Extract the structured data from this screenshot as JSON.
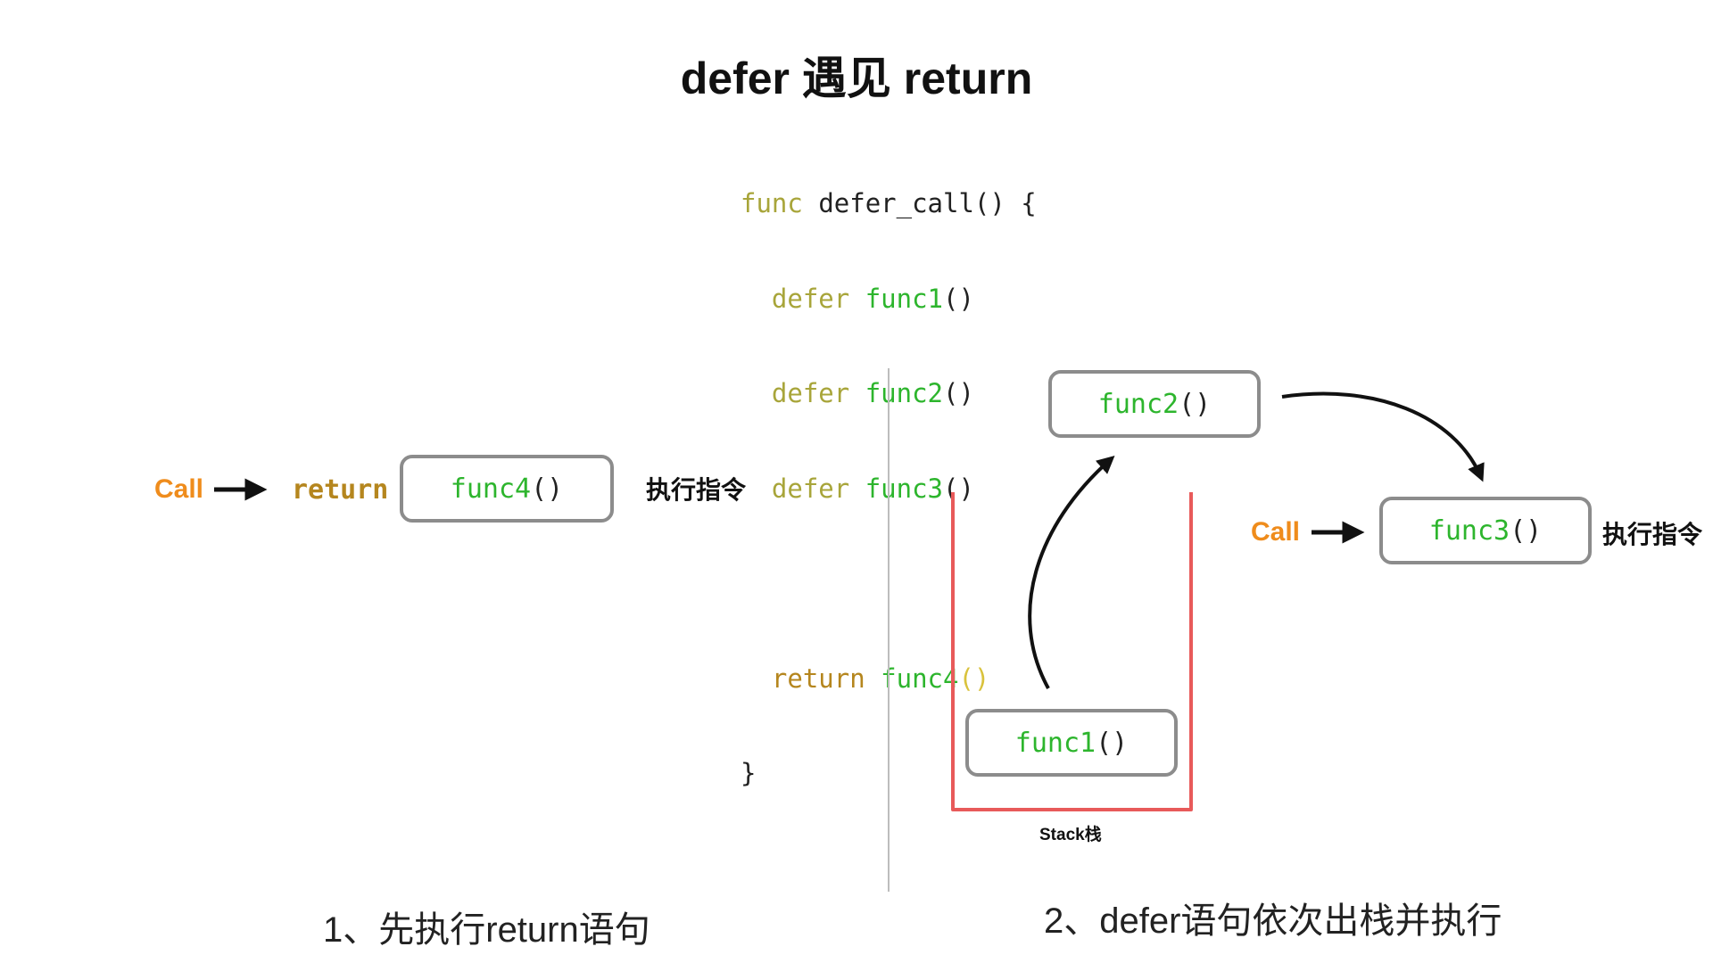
{
  "title": "defer 遇见 return",
  "code": {
    "func_kw": "func",
    "func_name": "defer_call() {",
    "defer_kw": "defer",
    "defer_calls": [
      "func1",
      "func2",
      "func3"
    ],
    "parens": "()",
    "return_kw": "return",
    "return_call": "func4",
    "closing": "}"
  },
  "left_panel": {
    "call_label": "Call",
    "return_label": "return",
    "box_fn": "func4",
    "box_parens": "()",
    "exec_label": "执行指令",
    "caption": "1、先执行return语句"
  },
  "right_panel": {
    "func2_fn": "func2",
    "func1_fn": "func1",
    "func3_fn": "func3",
    "parens": "()",
    "call_label": "Call",
    "exec_label": "执行指令",
    "stack_label": "Stack栈",
    "caption": "2、defer语句依次出栈并执行"
  },
  "colors": {
    "keyword": "#a8a53a",
    "return_keyword": "#b5861e",
    "function": "#2db52d",
    "call": "#ef8c1c",
    "stack": "#e85a5a",
    "box_border": "#8c8c8c"
  }
}
